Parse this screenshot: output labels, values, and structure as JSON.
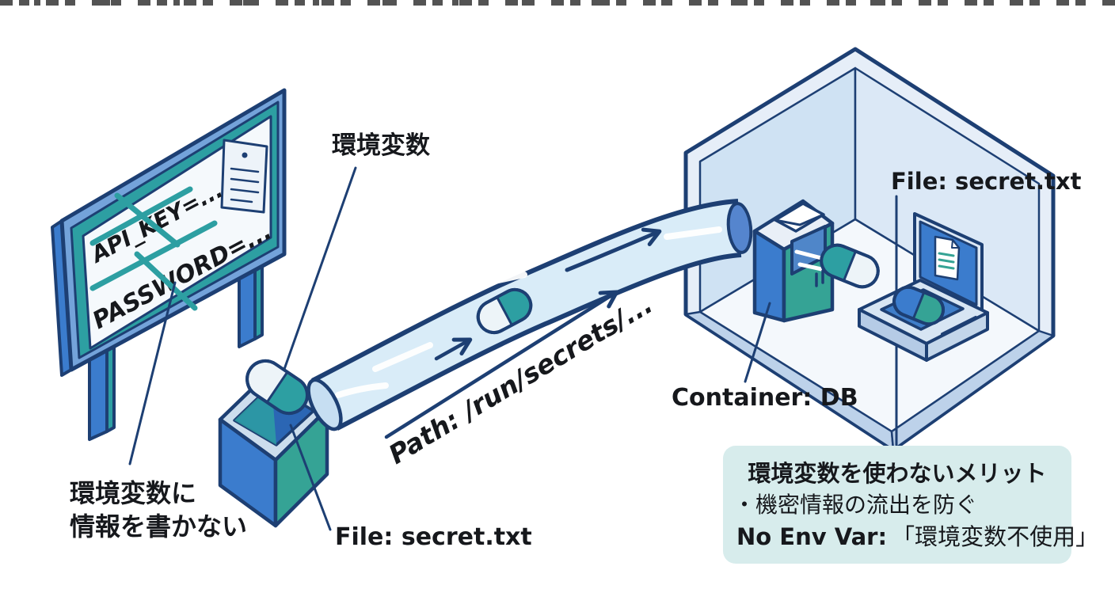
{
  "billboard": {
    "line1": "API_KEY=...",
    "line2": "PASSWORD=..."
  },
  "labels": {
    "env_var": "環境変数",
    "dont_write_line1": "環境変数に",
    "dont_write_line2": "情報を書かない",
    "file_secret_left": "File: secret.txt",
    "path": "Path: /run/secrets/...",
    "container_db": "Container: DB",
    "file_secret_room": "File: secret.txt"
  },
  "callout": {
    "title": "環境変数を使わないメリット",
    "bullet": "・機密情報の流出を防ぐ",
    "no_env_label": "No Env Var:",
    "no_env_quote": "「環境変数不使用」"
  },
  "colors": {
    "outline_navy": "#1d3f73",
    "blue": "#3b7ccd",
    "teal": "#2d9fa2",
    "teal_alt": "#35a395",
    "frame_sky": "#74a3da",
    "tube_fill": "#d9ecf8",
    "endcap_blue": "#5585ce",
    "capsule_white": "#edf4f8",
    "wall_light": "#cfe2f3",
    "wall_lighter": "#dbe8f6",
    "floor": "#f4f8fc",
    "rim": "#bdd2ea",
    "mint_bg": "#d7ecec",
    "ink": "#16181c"
  }
}
